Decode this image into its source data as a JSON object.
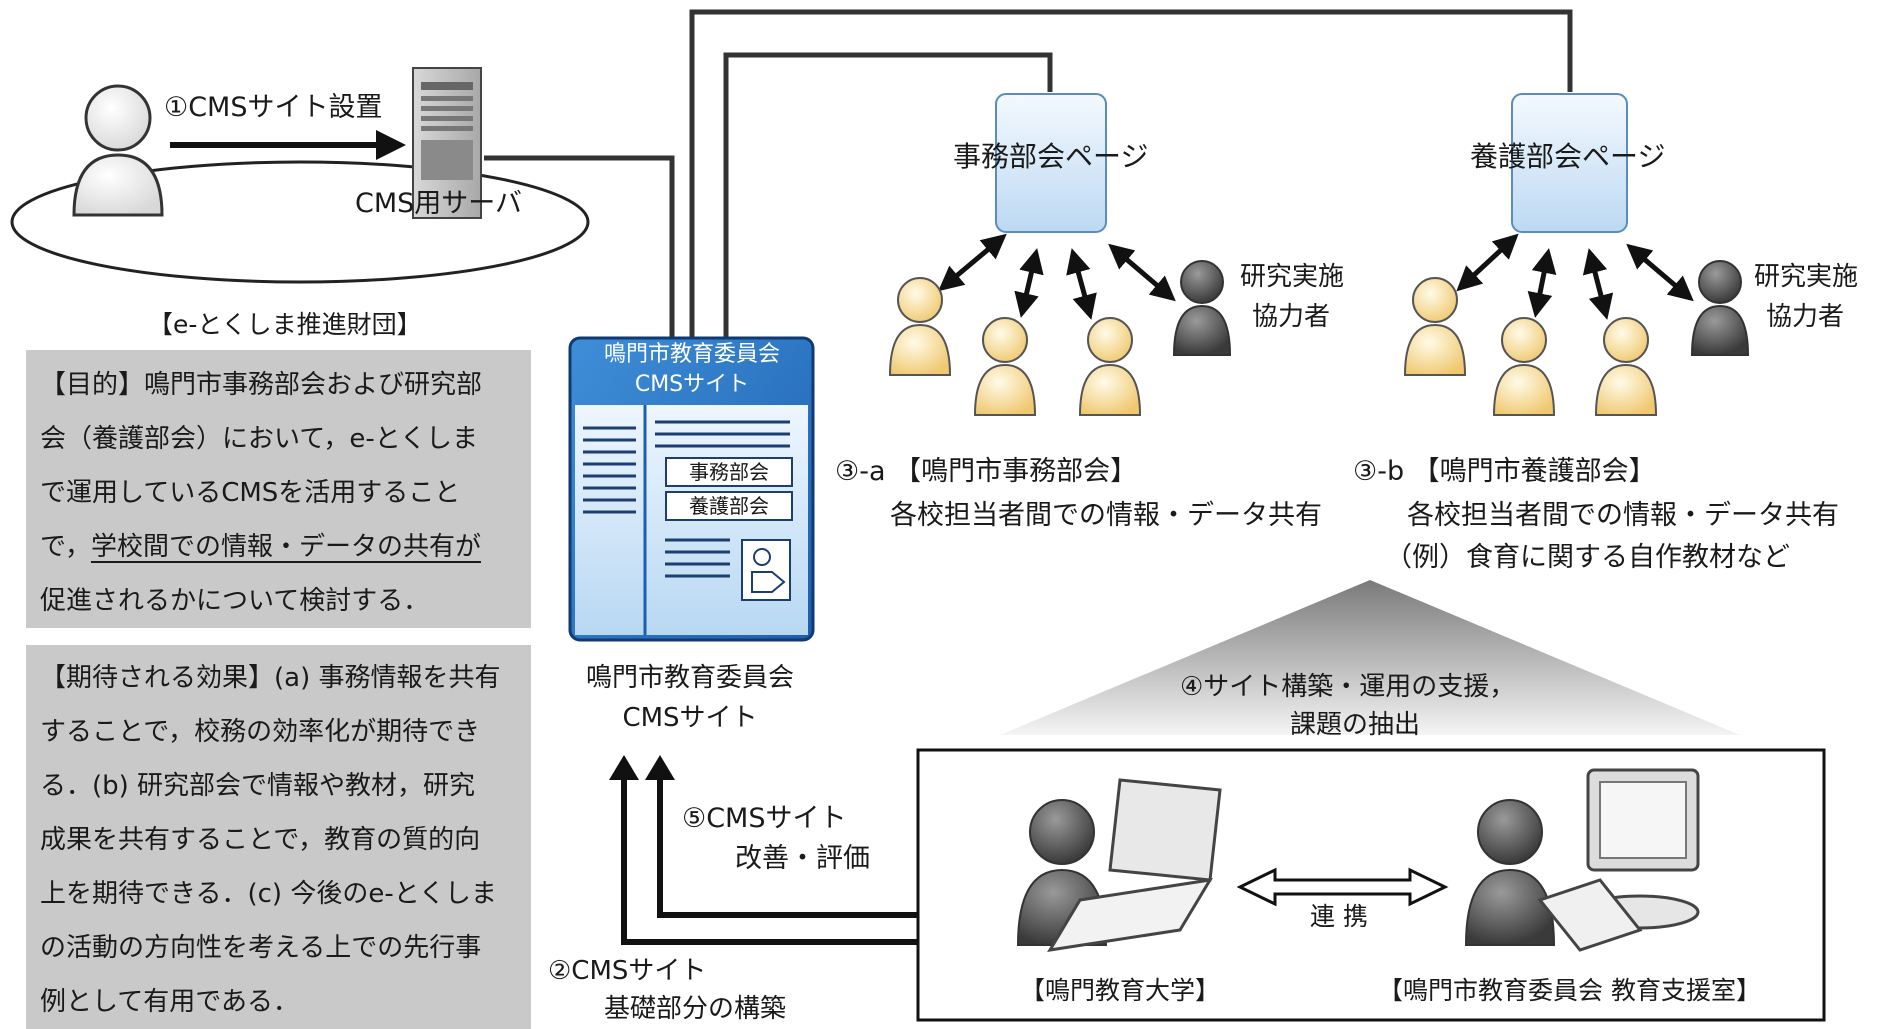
{
  "top_left": {
    "step1": "①CMSサイト設置",
    "server_label": "CMS用サーバ",
    "org": "【e-とくしま推進財団】"
  },
  "purpose": {
    "lines": [
      "【目的】鳴門市事務部会および研究部",
      "会（養護部会）において，e-とくしま",
      "で運用しているCMSを活用すること",
      "で，",
      "学校間での情報・データの共有が",
      "促進されるかについて検討する．"
    ]
  },
  "effects": {
    "lines": [
      "【期待される効果】(a) 事務情報を共有",
      "することで，校務の効率化が期待でき",
      "る．(b) 研究部会で情報や教材，研究",
      "成果を共有することで，教育の質的向",
      "上を期待できる．(c) 今後のe-とくしま",
      "の活動の方向性を考える上での先行事",
      "例として有用である．"
    ]
  },
  "cms_site": {
    "header_line1": "鳴門市教育委員会",
    "header_line2": "CMSサイト",
    "button1": "事務部会",
    "button2": "養護部会",
    "caption_line1": "鳴門市教育委員会",
    "caption_line2": "CMSサイト"
  },
  "pages": {
    "jimu": "事務部会ページ",
    "yogo": "養護部会ページ"
  },
  "collaborators": {
    "left_line1": "研究実施",
    "left_line2": "協力者",
    "right_line1": "研究実施",
    "right_line2": "協力者"
  },
  "group_a": {
    "title": "③-a 【鳴門市事務部会】",
    "desc": "各校担当者間での情報・データ共有"
  },
  "group_b": {
    "title": "③-b 【鳴門市養護部会】",
    "desc": "各校担当者間での情報・データ共有",
    "example": "（例）食育に関する自作教材など"
  },
  "support": {
    "line1": "④サイト構築・運用の支援，",
    "line2": "課題の抽出",
    "link": "連 携",
    "university": "【鳴門教育大学】",
    "office": "【鳴門市教育委員会 教育支援室】"
  },
  "steps": {
    "step5_line1": "⑤CMSサイト",
    "step5_line2": "改善・評価",
    "step2_line1": "②CMSサイト",
    "step2_line2": "基礎部分の構築"
  }
}
